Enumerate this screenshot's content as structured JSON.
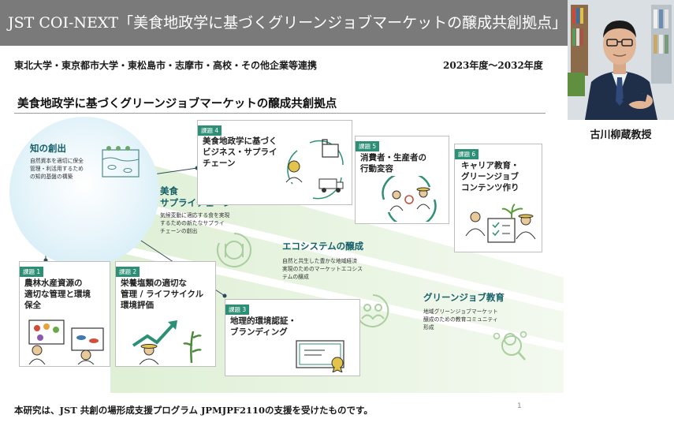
{
  "header": {
    "title": "JST COI-NEXT「美食地政学に基づくグリーンジョブマーケットの醸成共創拠点」",
    "partners": "東北大学・東京都市大学・東松島市・志摩市・高校・その他企業等連携",
    "period": "2023年度～2032年度",
    "subtitle": "美食地政学に基づくグリーンジョブマーケットの醸成共創拠点"
  },
  "person": {
    "name": "古川柳蔵教授"
  },
  "diagram": {
    "knowledge": {
      "title": "知の創出",
      "desc": [
        "自然資本を適切に保全",
        "管理・利活用するため",
        "の知的基盤の構築"
      ]
    },
    "stages": [
      {
        "title": [
          "美食",
          "サプライチェーン"
        ],
        "desc": [
          "気候変動に適応する食を実現",
          "するための新たなサプライ",
          "チェーンの創出"
        ]
      },
      {
        "title": [
          "エコシステムの醸成"
        ],
        "desc": [
          "自然と共生した豊かな地域経済",
          "実現のためのマーケットエコシス",
          "テムの醸成"
        ]
      },
      {
        "title": [
          "グリーンジョブ教育"
        ],
        "desc": [
          "地域グリーンジョブマーケット",
          "醸成のための教育コミュニティ",
          "形成"
        ]
      }
    ],
    "tasks": [
      {
        "tag": "課題 1",
        "lines": [
          "農林水産資源の",
          "適切な管理と環境",
          "保全"
        ]
      },
      {
        "tag": "課題 2",
        "lines": [
          "栄養塩類の適切な",
          "管理 / ライフサイクル",
          "環境評価"
        ]
      },
      {
        "tag": "課題 3",
        "lines": [
          "地理的環境認証・",
          "ブランディング"
        ]
      },
      {
        "tag": "課題 4",
        "lines": [
          "美食地政学に基づく",
          "ビジネス・サプライ",
          "チェーン"
        ]
      },
      {
        "tag": "課題 5",
        "lines": [
          "消費者・生産者の",
          "行動変容"
        ]
      },
      {
        "tag": "課題 6",
        "lines": [
          "キャリア教育・",
          "グリーンジョブ",
          "コンテンツ作り"
        ]
      }
    ]
  },
  "footer": {
    "note": "本研究は、JST 共創の場形成支援プログラム JPMJPF2110の支援を受けたものです。",
    "page": "1"
  },
  "colors": {
    "title_bar": "#7a7a7a",
    "tag": "#2e8f77",
    "stage_title": "#16606a",
    "band": "#e6f3dc",
    "circle": "#cbe8f4"
  }
}
